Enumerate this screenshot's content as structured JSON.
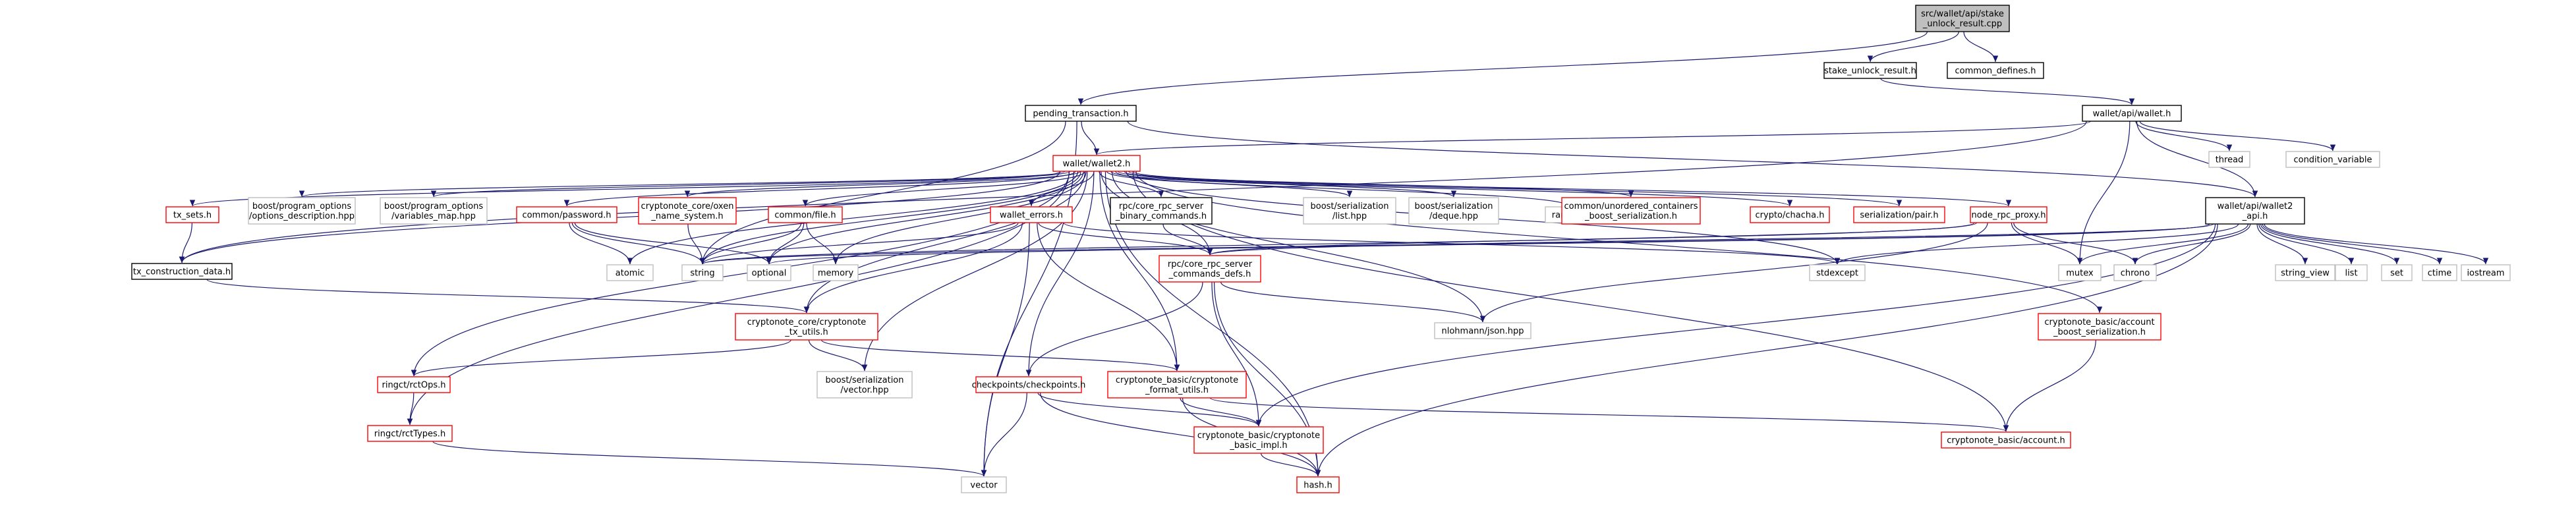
{
  "colors": {
    "edge": "#191970",
    "root_fill": "#bfbfbf",
    "root_border": "#000000",
    "documented_border": "#000000",
    "undocumented_border": "#ff0000",
    "external_border": "#bfbfbf",
    "text": "#000000"
  },
  "nodes": [
    {
      "id": "root",
      "lines": [
        "src/wallet/api/stake",
        "_unlock_result.cpp"
      ],
      "kind": "root"
    },
    {
      "id": "sur",
      "lines": [
        "stake_unlock_result.h"
      ],
      "kind": "documented"
    },
    {
      "id": "cdef",
      "lines": [
        "common_defines.h"
      ],
      "kind": "documented"
    },
    {
      "id": "pt",
      "lines": [
        "pending_transaction.h"
      ],
      "kind": "documented"
    },
    {
      "id": "wallet_h",
      "lines": [
        "wallet/api/wallet.h"
      ],
      "kind": "documented"
    },
    {
      "id": "thread",
      "lines": [
        "thread"
      ],
      "kind": "external"
    },
    {
      "id": "condvar",
      "lines": [
        "condition_variable"
      ],
      "kind": "external"
    },
    {
      "id": "wallet2",
      "lines": [
        "wallet/wallet2.h"
      ],
      "kind": "undocumented"
    },
    {
      "id": "w2api",
      "lines": [
        "wallet/api/wallet2",
        "_api.h"
      ],
      "kind": "documented"
    },
    {
      "id": "txsets",
      "lines": [
        "tx_sets.h"
      ],
      "kind": "undocumented"
    },
    {
      "id": "po_desc",
      "lines": [
        "boost/program_options",
        "/options_description.hpp"
      ],
      "kind": "external"
    },
    {
      "id": "po_var",
      "lines": [
        "boost/program_options",
        "/variables_map.hpp"
      ],
      "kind": "external"
    },
    {
      "id": "password",
      "lines": [
        "common/password.h"
      ],
      "kind": "undocumented"
    },
    {
      "id": "oxen_ns",
      "lines": [
        "cryptonote_core/oxen",
        "_name_system.h"
      ],
      "kind": "undocumented"
    },
    {
      "id": "file",
      "lines": [
        "common/file.h"
      ],
      "kind": "undocumented"
    },
    {
      "id": "werr",
      "lines": [
        "wallet_errors.h"
      ],
      "kind": "undocumented"
    },
    {
      "id": "rpc_bin",
      "lines": [
        "rpc/core_rpc_server",
        "_binary_commands.h"
      ],
      "kind": "documented"
    },
    {
      "id": "bs_list",
      "lines": [
        "boost/serialization",
        "/list.hpp"
      ],
      "kind": "external"
    },
    {
      "id": "bs_deque",
      "lines": [
        "boost/serialization",
        "/deque.hpp"
      ],
      "kind": "external"
    },
    {
      "id": "random",
      "lines": [
        "random"
      ],
      "kind": "external"
    },
    {
      "id": "unordered",
      "lines": [
        "common/unordered_containers",
        "_boost_serialization.h"
      ],
      "kind": "undocumented"
    },
    {
      "id": "chacha",
      "lines": [
        "crypto/chacha.h"
      ],
      "kind": "undocumented"
    },
    {
      "id": "pair",
      "lines": [
        "serialization/pair.h"
      ],
      "kind": "undocumented"
    },
    {
      "id": "noderpc",
      "lines": [
        "node_rpc_proxy.h"
      ],
      "kind": "undocumented"
    },
    {
      "id": "tcd",
      "lines": [
        "tx_construction_data.h"
      ],
      "kind": "documented"
    },
    {
      "id": "atomic",
      "lines": [
        "atomic"
      ],
      "kind": "external"
    },
    {
      "id": "string",
      "lines": [
        "string"
      ],
      "kind": "external"
    },
    {
      "id": "optional",
      "lines": [
        "optional"
      ],
      "kind": "external"
    },
    {
      "id": "memory",
      "lines": [
        "memory"
      ],
      "kind": "external"
    },
    {
      "id": "rpc_defs",
      "lines": [
        "rpc/core_rpc_server",
        "_commands_defs.h"
      ],
      "kind": "undocumented"
    },
    {
      "id": "stdexcept",
      "lines": [
        "stdexcept"
      ],
      "kind": "external"
    },
    {
      "id": "mutex",
      "lines": [
        "mutex"
      ],
      "kind": "external"
    },
    {
      "id": "chrono",
      "lines": [
        "chrono"
      ],
      "kind": "external"
    },
    {
      "id": "string_view",
      "lines": [
        "string_view"
      ],
      "kind": "external"
    },
    {
      "id": "list",
      "lines": [
        "list"
      ],
      "kind": "external"
    },
    {
      "id": "set",
      "lines": [
        "set"
      ],
      "kind": "external"
    },
    {
      "id": "ctime",
      "lines": [
        "ctime"
      ],
      "kind": "external"
    },
    {
      "id": "iostream",
      "lines": [
        "iostream"
      ],
      "kind": "external"
    },
    {
      "id": "txutils",
      "lines": [
        "cryptonote_core/cryptonote",
        "_tx_utils.h"
      ],
      "kind": "undocumented"
    },
    {
      "id": "json",
      "lines": [
        "nlohmann/json.hpp"
      ],
      "kind": "external"
    },
    {
      "id": "acct_bs",
      "lines": [
        "cryptonote_basic/account",
        "_boost_serialization.h"
      ],
      "kind": "undocumented"
    },
    {
      "id": "rctops",
      "lines": [
        "ringct/rctOps.h"
      ],
      "kind": "undocumented"
    },
    {
      "id": "bs_vector",
      "lines": [
        "boost/serialization",
        "/vector.hpp"
      ],
      "kind": "external"
    },
    {
      "id": "checkpoints",
      "lines": [
        "checkpoints/checkpoints.h"
      ],
      "kind": "undocumented"
    },
    {
      "id": "fmt_utils",
      "lines": [
        "cryptonote_basic/cryptonote",
        "_format_utils.h"
      ],
      "kind": "undocumented"
    },
    {
      "id": "rcttypes",
      "lines": [
        "ringct/rctTypes.h"
      ],
      "kind": "undocumented"
    },
    {
      "id": "basic_impl",
      "lines": [
        "cryptonote_basic/cryptonote",
        "_basic_impl.h"
      ],
      "kind": "undocumented"
    },
    {
      "id": "account",
      "lines": [
        "cryptonote_basic/account.h"
      ],
      "kind": "undocumented"
    },
    {
      "id": "vector",
      "lines": [
        "vector"
      ],
      "kind": "external"
    },
    {
      "id": "hash",
      "lines": [
        "hash.h"
      ],
      "kind": "undocumented"
    }
  ],
  "edges": [
    [
      "root",
      "pt"
    ],
    [
      "root",
      "sur"
    ],
    [
      "root",
      "cdef"
    ],
    [
      "sur",
      "wallet_h"
    ],
    [
      "pt",
      "wallet2"
    ],
    [
      "pt",
      "string"
    ],
    [
      "pt",
      "vector"
    ],
    [
      "pt",
      "w2api"
    ],
    [
      "wallet_h",
      "wallet2"
    ],
    [
      "wallet_h",
      "thread"
    ],
    [
      "wallet_h",
      "condvar"
    ],
    [
      "wallet_h",
      "w2api"
    ],
    [
      "wallet_h",
      "mutex"
    ],
    [
      "wallet_h",
      "tcd"
    ],
    [
      "wallet2",
      "txsets"
    ],
    [
      "wallet2",
      "po_desc"
    ],
    [
      "wallet2",
      "po_var"
    ],
    [
      "wallet2",
      "password"
    ],
    [
      "wallet2",
      "oxen_ns"
    ],
    [
      "wallet2",
      "file"
    ],
    [
      "wallet2",
      "werr"
    ],
    [
      "wallet2",
      "rpc_bin"
    ],
    [
      "wallet2",
      "bs_list"
    ],
    [
      "wallet2",
      "bs_deque"
    ],
    [
      "wallet2",
      "random"
    ],
    [
      "wallet2",
      "unordered"
    ],
    [
      "wallet2",
      "chacha"
    ],
    [
      "wallet2",
      "pair"
    ],
    [
      "wallet2",
      "noderpc"
    ],
    [
      "wallet2",
      "acct_bs"
    ],
    [
      "wallet2",
      "tcd"
    ],
    [
      "wallet2",
      "atomic"
    ],
    [
      "wallet2",
      "string"
    ],
    [
      "wallet2",
      "optional"
    ],
    [
      "wallet2",
      "memory"
    ],
    [
      "wallet2",
      "rpc_defs"
    ],
    [
      "wallet2",
      "txutils"
    ],
    [
      "wallet2",
      "json"
    ],
    [
      "wallet2",
      "rctops"
    ],
    [
      "wallet2",
      "rcttypes"
    ],
    [
      "wallet2",
      "bs_vector"
    ],
    [
      "wallet2",
      "checkpoints"
    ],
    [
      "wallet2",
      "fmt_utils"
    ],
    [
      "wallet2",
      "account"
    ],
    [
      "wallet2",
      "hash"
    ],
    [
      "wallet2",
      "stdexcept"
    ],
    [
      "txsets",
      "tcd"
    ],
    [
      "tcd",
      "txutils"
    ],
    [
      "password",
      "atomic"
    ],
    [
      "password",
      "string"
    ],
    [
      "password",
      "optional"
    ],
    [
      "oxen_ns",
      "string"
    ],
    [
      "file",
      "string"
    ],
    [
      "file",
      "optional"
    ],
    [
      "file",
      "memory"
    ],
    [
      "werr",
      "string"
    ],
    [
      "werr",
      "rpc_defs"
    ],
    [
      "werr",
      "txutils"
    ],
    [
      "werr",
      "fmt_utils"
    ],
    [
      "werr",
      "vector"
    ],
    [
      "werr",
      "stdexcept"
    ],
    [
      "rpc_bin",
      "rpc_defs"
    ],
    [
      "noderpc",
      "string"
    ],
    [
      "noderpc",
      "mutex"
    ],
    [
      "noderpc",
      "chrono"
    ],
    [
      "noderpc",
      "rpc_defs"
    ],
    [
      "noderpc",
      "json"
    ],
    [
      "w2api",
      "string"
    ],
    [
      "w2api",
      "optional"
    ],
    [
      "w2api",
      "stdexcept"
    ],
    [
      "w2api",
      "mutex"
    ],
    [
      "w2api",
      "chrono"
    ],
    [
      "w2api",
      "string_view"
    ],
    [
      "w2api",
      "list"
    ],
    [
      "w2api",
      "set"
    ],
    [
      "w2api",
      "ctime"
    ],
    [
      "w2api",
      "iostream"
    ],
    [
      "w2api",
      "rpc_defs"
    ],
    [
      "w2api",
      "hash"
    ],
    [
      "w2api",
      "basic_impl"
    ],
    [
      "rpc_defs",
      "json"
    ],
    [
      "rpc_defs",
      "checkpoints"
    ],
    [
      "rpc_defs",
      "basic_impl"
    ],
    [
      "rpc_defs",
      "hash"
    ],
    [
      "txutils",
      "rctops"
    ],
    [
      "txutils",
      "fmt_utils"
    ],
    [
      "txutils",
      "bs_vector"
    ],
    [
      "acct_bs",
      "account"
    ],
    [
      "rctops",
      "rcttypes"
    ],
    [
      "rcttypes",
      "vector"
    ],
    [
      "checkpoints",
      "basic_impl"
    ],
    [
      "checkpoints",
      "vector"
    ],
    [
      "checkpoints",
      "hash"
    ],
    [
      "fmt_utils",
      "basic_impl"
    ],
    [
      "fmt_utils",
      "account"
    ],
    [
      "fmt_utils",
      "hash"
    ],
    [
      "basic_impl",
      "hash"
    ]
  ]
}
